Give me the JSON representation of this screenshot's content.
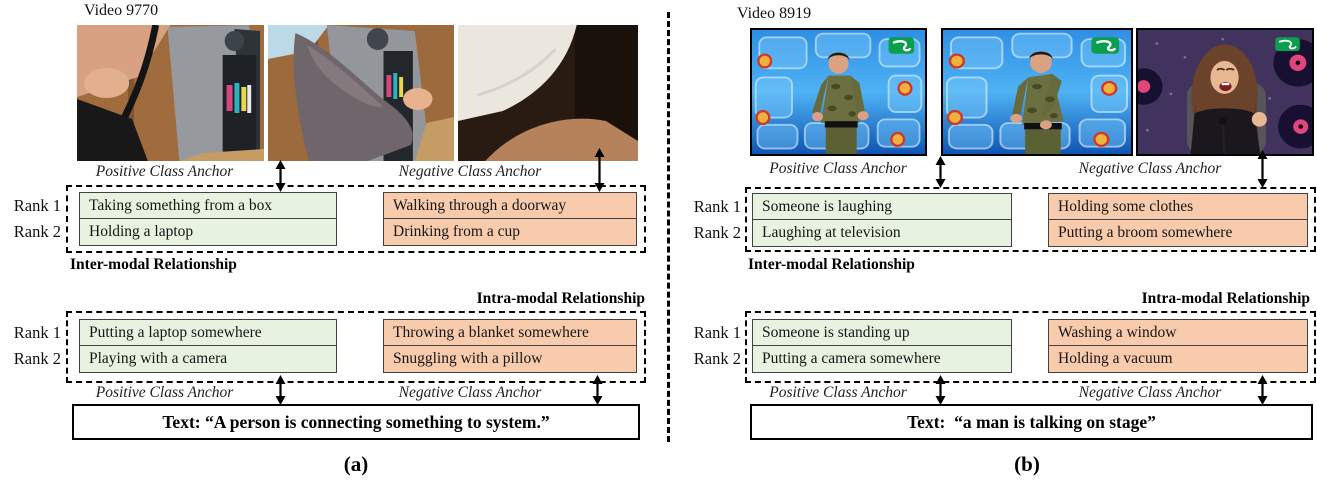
{
  "colors": {
    "positive_fill": "#e7f2e0",
    "negative_fill": "#f8cbad",
    "box_border": "#414141",
    "dashed_border": "#000000"
  },
  "panels": [
    {
      "caption": "(a)",
      "video_label": "Video 9770",
      "positive_anchor_label": "Positive Class Anchor",
      "negative_anchor_label": "Negative Class Anchor",
      "rank1_label": "Rank 1",
      "rank2_label": "Rank 2",
      "inter_modal": {
        "label": "Inter-modal Relationship",
        "positive": [
          "Taking something from a box",
          "Holding a laptop"
        ],
        "negative": [
          "Walking through a doorway",
          "Drinking from a cup"
        ]
      },
      "intra_modal": {
        "label": "Intra-modal Relationship",
        "positive": [
          "Putting a laptop somewhere",
          "Playing with a camera"
        ],
        "negative": [
          "Throwing a blanket somewhere",
          "Snuggling with a pillow"
        ]
      },
      "query_text": "Text: “A person is connecting something to system.”"
    },
    {
      "caption": "(b)",
      "video_label": "Video 8919",
      "positive_anchor_label": "Positive Class Anchor",
      "negative_anchor_label": "Negative Class Anchor",
      "rank1_label": "Rank 1",
      "rank2_label": "Rank 2",
      "inter_modal": {
        "label": "Inter-modal Relationship",
        "positive": [
          "Someone is laughing",
          "Laughing at television"
        ],
        "negative": [
          "Holding some clothes",
          "Putting a broom somewhere"
        ]
      },
      "intra_modal": {
        "label": "Intra-modal Relationship",
        "positive": [
          "Someone is standing up",
          "Putting a camera somewhere"
        ],
        "negative": [
          "Washing a window",
          "Holding a vacuum"
        ]
      },
      "query_text": "Text:  “a man is talking on stage”"
    }
  ]
}
